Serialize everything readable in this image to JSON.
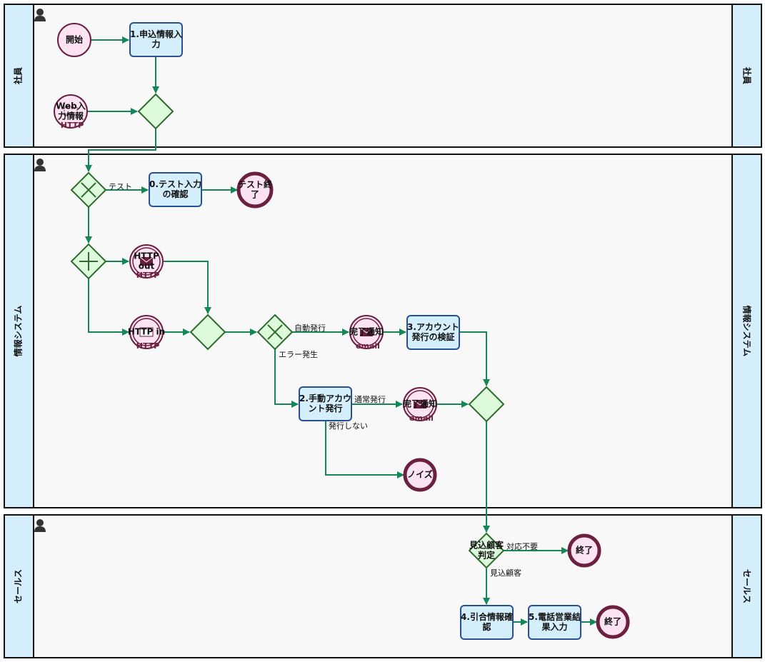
{
  "lanes": [
    {
      "id": "employee",
      "label": "社員"
    },
    {
      "id": "system",
      "label": "情報システム"
    },
    {
      "id": "sales",
      "label": "セールス"
    }
  ],
  "colors": {
    "lane_header": "#d4eefb",
    "lane_body": "#f8f8f8",
    "task_fill": "#d4eefb",
    "task_stroke": "#2a4f99",
    "event_fill": "#fbe3f3",
    "event_stroke": "#6b2040",
    "gateway_fill": "#ddfadc",
    "gateway_stroke": "#2f6b2f",
    "flow": "#118855"
  },
  "nodes": {
    "start": {
      "label": [
        "開始"
      ],
      "type": "start-event"
    },
    "web_input": {
      "label": [
        "Web入",
        "力情報"
      ],
      "sub": "HTTP",
      "type": "start-message-event"
    },
    "task1": {
      "label": [
        "1.申込情報入",
        "力"
      ],
      "type": "task"
    },
    "gw_merge1": {
      "label": [],
      "type": "gateway"
    },
    "gw_test": {
      "label": [],
      "type": "exclusive-gateway"
    },
    "task0": {
      "label": [
        "0.テスト入力",
        "の確認"
      ],
      "type": "task"
    },
    "end_test": {
      "label": [
        "テスト終",
        "了"
      ],
      "type": "end-event"
    },
    "gw_parallel": {
      "label": [],
      "type": "parallel-gateway"
    },
    "http_out": {
      "label": [
        "HTTP",
        "out"
      ],
      "sub": "HTTP",
      "type": "intermediate-throw-event"
    },
    "http_in": {
      "label": [
        "HTTP in"
      ],
      "sub": "HTTP",
      "type": "intermediate-catch-event"
    },
    "gw_join": {
      "label": [],
      "type": "gateway"
    },
    "gw_error": {
      "label": [],
      "type": "exclusive-gateway"
    },
    "notify1": {
      "label": [
        "完了通知"
      ],
      "sub": "email",
      "type": "intermediate-throw-event"
    },
    "task3": {
      "label": [
        "3.アカウント",
        "発行の検証"
      ],
      "type": "task"
    },
    "task2": {
      "label": [
        "2.手動アカウ",
        "ント発行"
      ],
      "type": "task"
    },
    "notify2": {
      "label": [
        "完了通知"
      ],
      "sub": "email",
      "type": "intermediate-throw-event"
    },
    "gw_merge2": {
      "label": [],
      "type": "gateway"
    },
    "end_noise": {
      "label": [
        "ノイズ"
      ],
      "type": "end-event"
    },
    "gw_prospect": {
      "label": [
        "見込顧客",
        "判定"
      ],
      "type": "gateway"
    },
    "end1": {
      "label": [
        "終了"
      ],
      "type": "end-event"
    },
    "task4": {
      "label": [
        "4.引合情報確",
        "認"
      ],
      "type": "task"
    },
    "task5": {
      "label": [
        "5.電話営業結",
        "果入力"
      ],
      "type": "task"
    },
    "end2": {
      "label": [
        "終了"
      ],
      "type": "end-event"
    }
  },
  "edge_labels": {
    "test": "テスト",
    "auto_issue": "自動発行",
    "error": "エラー発生",
    "normal_issue": "通常発行",
    "no_issue": "発行しない",
    "not_needed": "対応不要",
    "prospect": "見込顧客"
  }
}
